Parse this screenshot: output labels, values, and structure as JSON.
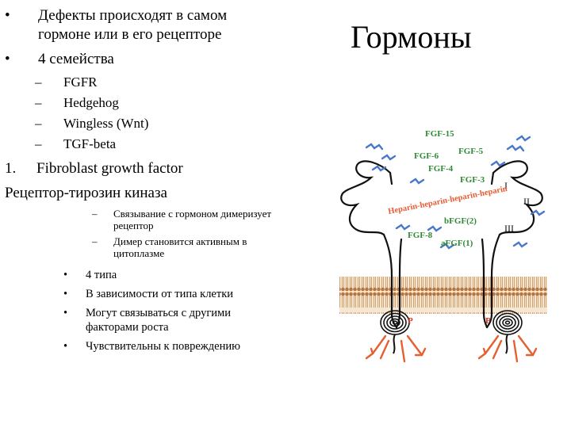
{
  "title": "Гормоны",
  "top_bullets": [
    {
      "marker": "•",
      "lines": [
        "Дефекты происходят в самом",
        "гормоне или в его рецепторе"
      ]
    },
    {
      "marker": "•",
      "lines": [
        "4 семейства"
      ]
    }
  ],
  "families": [
    {
      "marker": "–",
      "text": "FGFR"
    },
    {
      "marker": "–",
      "text": "Hedgehog"
    },
    {
      "marker": "–",
      "text": "Wingless (Wnt)"
    },
    {
      "marker": "–",
      "text": "TGF-beta"
    }
  ],
  "numbered": {
    "marker": "1.",
    "text": "Fibroblast growth factor"
  },
  "receptor_heading": "Рецептор-тирозин киназа",
  "receptor_dashes": [
    {
      "marker": "–",
      "lines": [
        "Связывание с гормоном димеризует",
        "рецептор"
      ]
    },
    {
      "marker": "–",
      "lines": [
        "Димер становится активным в",
        "цитоплазме"
      ]
    }
  ],
  "receptor_bullets": [
    {
      "marker": "•",
      "lines": [
        "4 типа"
      ]
    },
    {
      "marker": "•",
      "lines": [
        "В зависимости от типа клетки"
      ]
    },
    {
      "marker": "•",
      "lines": [
        "Могут связываться с другими",
        "факторами роста"
      ]
    },
    {
      "marker": "•",
      "lines": [
        "Чувствительны к повреждению"
      ]
    }
  ],
  "figure": {
    "labels": {
      "fgf15": "FGF-15",
      "fgf5": "FGF-5",
      "fgf6": "FGF-6",
      "fgf4": "FGF-4",
      "fgf3": "FGF-3",
      "heparin": "Heparin-heparin-heparin-heparin",
      "bfgf": "bFGF(2)",
      "fgf8": "FGF-8",
      "afgf": "aFGF(1)",
      "dom1": "I",
      "dom2": "II",
      "dom3": "III",
      "p": "P"
    },
    "colors": {
      "factor_label": "#2f8a36",
      "heparin": "#e85a30",
      "ligand": "#4a78c8",
      "membrane": "#b07040",
      "arrow": "#e5602e",
      "phospho": "#d63020"
    }
  }
}
